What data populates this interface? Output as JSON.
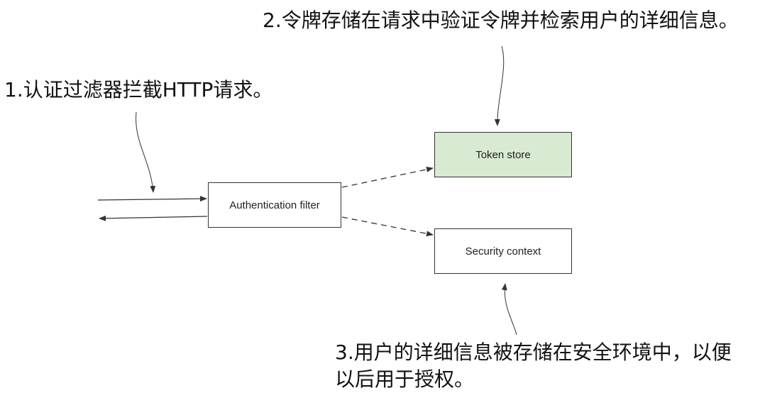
{
  "annotations": {
    "step1": "1.认证过滤器拦截HTTP请求。",
    "step2": "2.令牌存储在请求中验证令牌并检索用户的详细信息。",
    "step3_line1": "3.用户的详细信息被存储在安全环境中，以便",
    "step3_line2": "以后用于授权。"
  },
  "nodes": {
    "authentication_filter": "Authentication filter",
    "token_store": "Token store",
    "security_context": "Security context"
  },
  "colors": {
    "token_store_fill": "#d9ead3",
    "stroke": "#333333"
  }
}
